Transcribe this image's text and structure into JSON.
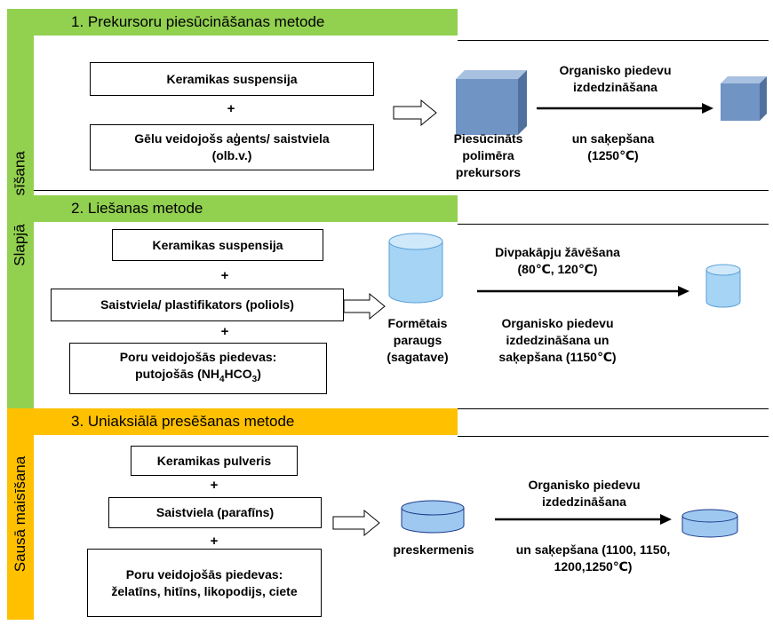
{
  "side_labels": {
    "wet": "Slapjā maisīšana",
    "dry": "Sausā maisīšana"
  },
  "methods": [
    {
      "title": "1. Prekursoru piesūcināšanas metode",
      "color": "#92d050",
      "inputs": [
        "Keramikas suspensija",
        "Gēlu veidojošs aģents/ saistviela (olb.v.)"
      ],
      "plus": [
        "+"
      ],
      "intermediate": "Piesūcināts polimēra prekursors",
      "process_top": "Organisko piedevu izdedzināšana",
      "process_bottom": "un saķepšana (1250℃)"
    },
    {
      "title": "2. Liešanas metode",
      "color": "#92d050",
      "inputs": [
        "Keramikas suspensija",
        "Saistviela/ plastifikators (poliols)",
        "Poru veidojošās piedevas:",
        "putojošās (NH",
        "4",
        "HCO",
        "3",
        ")"
      ],
      "plus": [
        "+",
        "+"
      ],
      "intermediate": "Formētais paraugs (sagatave)",
      "process_top": "Divpakāpju žāvēšana (80℃, 120℃)",
      "process_bottom": "Organisko piedevu izdedzināšana un saķepšana (1150℃)"
    },
    {
      "title": "3. Uniaksiālā presēšanas metode",
      "color": "#ffc000",
      "inputs": [
        "Keramikas pulveris",
        "Saistviela (parafīns)",
        "Poru veidojošās piedevas: želatīns, hitīns, likopodijs, ciete"
      ],
      "plus": [
        "+",
        "+"
      ],
      "intermediate": "preskermenis",
      "process_top": "Organisko piedevu izdedzināšana",
      "process_bottom": "un saķepšana (1100, 1150, 1200,1250℃)"
    }
  ],
  "colors": {
    "wet_band": "#92d050",
    "dry_band": "#ffc000",
    "cube_front": "#7094c4",
    "cube_top": "#a9c1e0",
    "cube_side": "#50709e",
    "cylinder": "#a6d4f5",
    "cylinder_top": "#cfe9fb",
    "disc": "#9ec8f0"
  },
  "icons": [
    "hollow-arrow-icon",
    "cube-icon",
    "cylinder-icon",
    "disc-icon",
    "arrow-icon"
  ]
}
